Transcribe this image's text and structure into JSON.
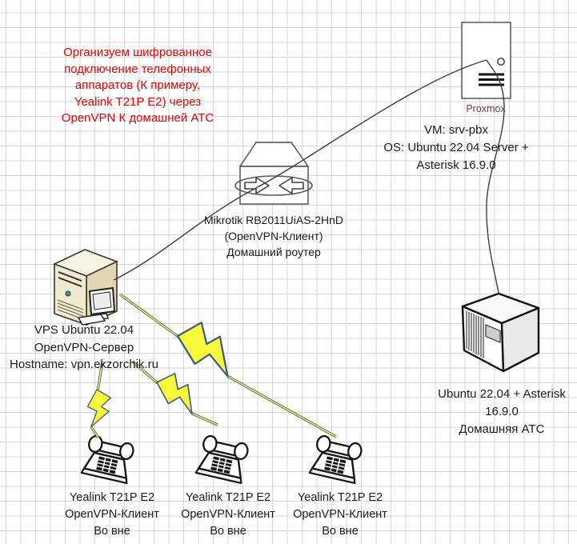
{
  "note": {
    "text": "Организуем шифрованное\nподключение телефонных\nаппаратов (К примеру,\nYealink T21P E2) через\nOpenVPN К домашней АТС"
  },
  "proxmox": {
    "name": "Proxmox",
    "info": "VM: srv-pbx\nOS: Ubuntu 22.04 Server +\nAsterisk 16.9.0"
  },
  "router": {
    "info": "Mikrotik RB2011UiAS-2HnD\n(OpenVPN-Клиент)\nДомашний роутер"
  },
  "vps": {
    "info": "VPS Ubuntu 22.04\nOpenVPN-Сервер\nHostname: vpn.ekzorchik.ru"
  },
  "pbx": {
    "info": "Ubuntu 22.04 + Asterisk\n16.9.0\nДомашняя АТС"
  },
  "phones": [
    {
      "info": "Yealink T21P E2\nOpenVPN-Клиент\nВо вне"
    },
    {
      "info": "Yealink T21P E2\nOpenVPN-Клиент\nВо вне"
    },
    {
      "info": "Yealink T21P E2\nOpenVPN-Клиент\nВо вне"
    }
  ],
  "colors": {
    "note": "#e60000",
    "text": "#1c1c1c",
    "proxmox_label": "#6b4040",
    "line": "#3d3d3d",
    "bolt_fill": "#f9f93c",
    "bolt_stroke": "#3c5a84",
    "grid": "#d7d7d7"
  }
}
